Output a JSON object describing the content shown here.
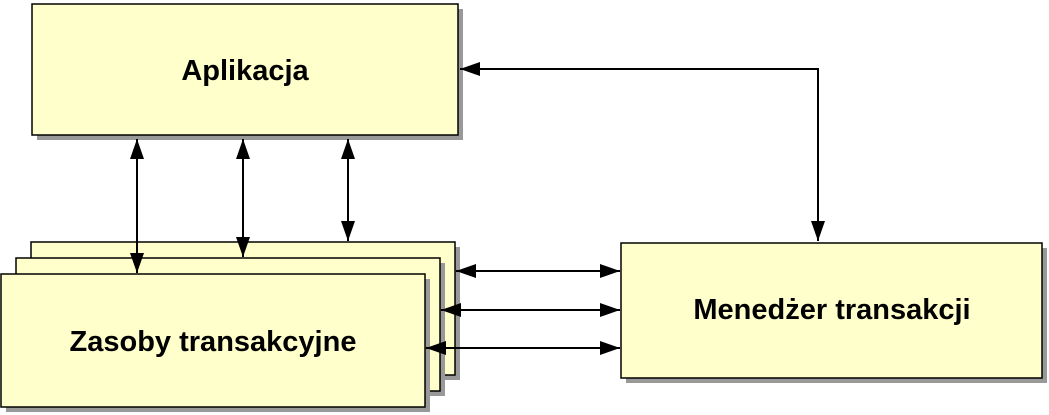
{
  "diagram": {
    "nodes": {
      "application": {
        "label": "Aplikacja"
      },
      "resources": {
        "label": "Zasoby transakcyjne"
      },
      "manager": {
        "label": "Menedżer transakcji"
      }
    },
    "colors": {
      "box_fill": "#ffffcc",
      "shadow": "#999999",
      "stroke": "#000000"
    }
  }
}
